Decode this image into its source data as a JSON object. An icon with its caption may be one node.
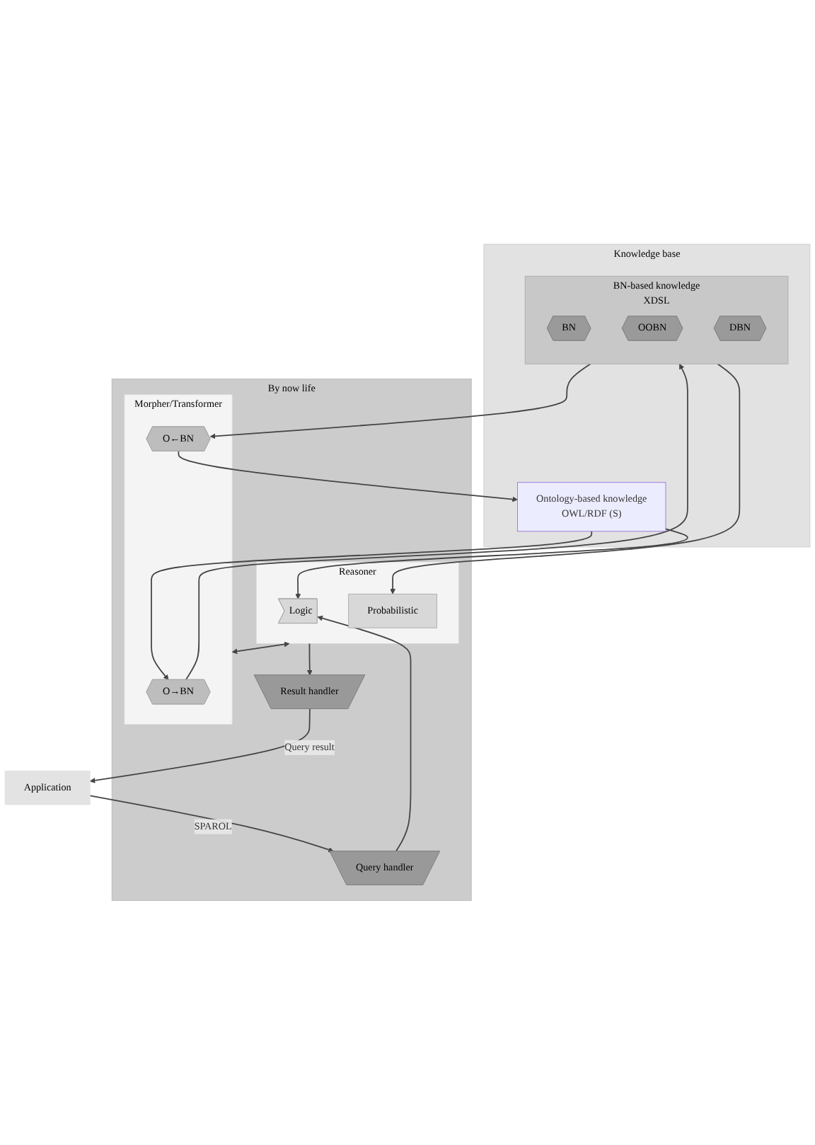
{
  "diagram": {
    "nodes": [
      {
        "text": [
          "Application"
        ]
      },
      {
        "text": [
          "By now life"
        ]
      },
      {
        "text": [
          "Query handler"
        ],
        "in": 1
      },
      {
        "text": [
          "Result handler"
        ],
        "in": 1
      },
      {
        "text": [
          "Reasoner"
        ],
        "in": 1
      },
      {
        "text": [
          "Logic"
        ],
        "in": 4
      },
      {
        "text": [
          "Probabilistic"
        ],
        "in": 4
      },
      {
        "text": [
          "Morpher/Transformer"
        ],
        "in": 1
      },
      {
        "text": [
          "O→BN"
        ],
        "in": 7
      },
      {
        "text": [
          "O←BN"
        ],
        "in": 7
      },
      {
        "text": [
          "Knowledge base"
        ]
      },
      {
        "text": [
          "Ontology-based knowledge",
          "OWL/RDF (S)"
        ],
        "in": 10
      },
      {
        "text": [
          "BN-based knowledge",
          "XDSL"
        ],
        "in": 10
      },
      {
        "text": [
          "BN"
        ],
        "in": 12
      },
      {
        "text": [
          "OOBN"
        ],
        "in": 12
      },
      {
        "text": [
          "DBN"
        ],
        "in": 12
      }
    ],
    "edges": [
      {
        "from": 0,
        "to": 2,
        "arrow": "to",
        "label": "SPAROL"
      },
      {
        "from": 3,
        "to": 0,
        "arrow": "to",
        "label": "Query result"
      },
      {
        "from": 2,
        "to": 5,
        "arrow": "to"
      },
      {
        "from": 4,
        "to": 3,
        "arrow": "to"
      },
      {
        "from": 4,
        "to": 7,
        "arrow": "both"
      },
      {
        "from": 11,
        "to": 5,
        "arrow": "to"
      },
      {
        "from": 12,
        "to": 6,
        "arrow": "to"
      },
      {
        "from": 11,
        "to": 8,
        "arrow": "to"
      },
      {
        "from": 8,
        "to": 12,
        "arrow": "to"
      },
      {
        "from": 12,
        "to": 9,
        "arrow": "to"
      },
      {
        "from": 9,
        "to": 11,
        "arrow": "to"
      }
    ]
  }
}
